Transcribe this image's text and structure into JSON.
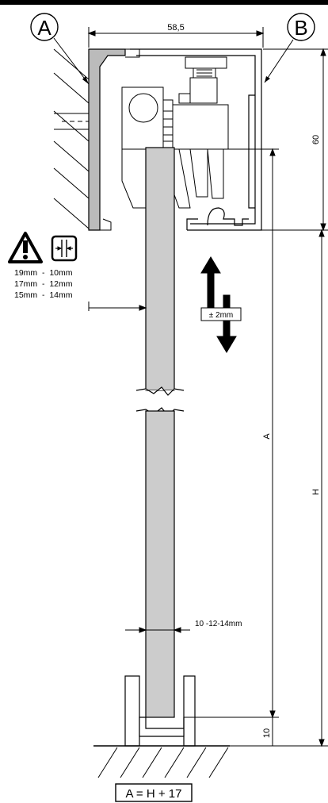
{
  "callouts": {
    "a": "A",
    "b": "B"
  },
  "dimensions": {
    "width": "58,5",
    "height_top": "60",
    "a": "A",
    "h": "H",
    "bottom": "10",
    "thickness": "10 -12-14mm"
  },
  "warning_table": [
    "19mm  -  10mm",
    "17mm  -  12mm",
    "15mm  -  14mm"
  ],
  "adjust_label": "± 2mm",
  "formula": "A = H + 17",
  "colors": {
    "panel": "#cccccc",
    "frame": "#bbbbbb",
    "stroke": "#000000"
  }
}
